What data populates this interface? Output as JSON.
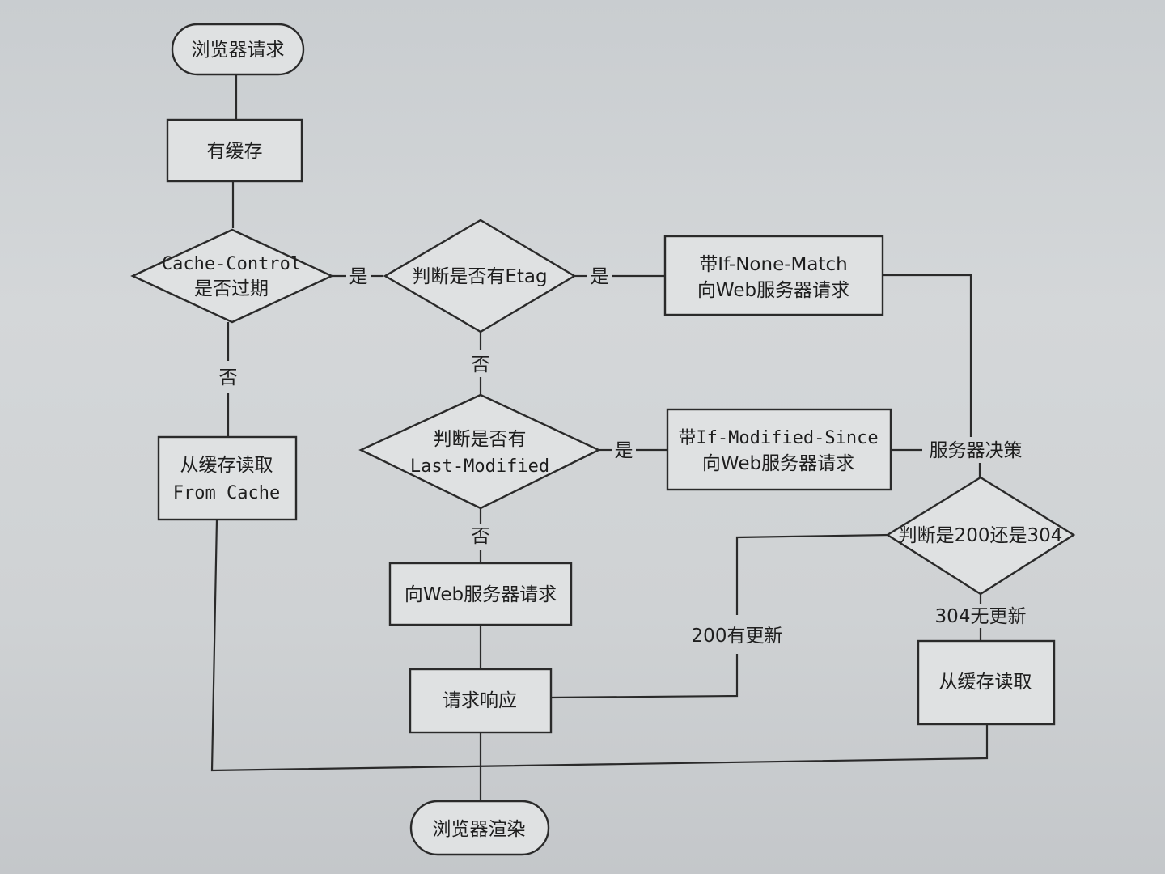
{
  "nodes": {
    "start": "浏览器请求",
    "has_cache": "有缓存",
    "cache_control_1": "Cache-Control",
    "cache_control_2": "是否过期",
    "etag_check": "判断是否有Etag",
    "if_none_match_1": "带If-None-Match",
    "if_none_match_2": "向Web服务器请求",
    "read_cache_1": "从缓存读取",
    "read_cache_2": "From Cache",
    "last_modified_1": "判断是否有",
    "last_modified_2": "Last-Modified",
    "if_modified_since_1": "带If-Modified-Since",
    "if_modified_since_2": "向Web服务器请求",
    "server_decision": "服务器决策",
    "status_check": "判断是200还是304",
    "web_request": "向Web服务器请求",
    "response": "请求响应",
    "read_cache_304": "从缓存读取",
    "render": "浏览器渲染"
  },
  "edges": {
    "yes_1": "是",
    "yes_2": "是",
    "yes_3": "是",
    "no_1": "否",
    "no_2": "否",
    "no_3": "否",
    "updated_200": "200有更新",
    "not_updated_304": "304无更新"
  }
}
